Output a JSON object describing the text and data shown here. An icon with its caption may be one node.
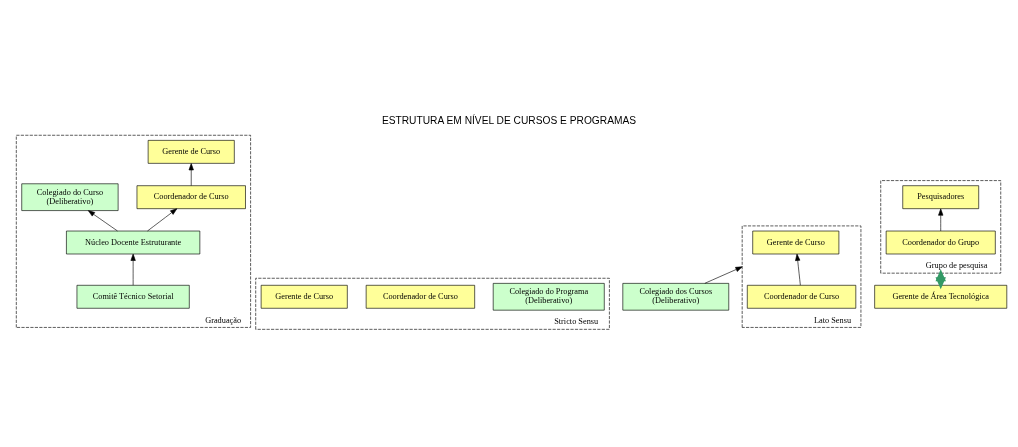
{
  "diagram": {
    "title": "ESTRUTURA EM NÍVEL DE CURSOS E PROGRAMAS",
    "nodes": [
      {
        "text": [
          "Graduação"
        ]
      },
      {
        "text": [
          "Gerente de Curso"
        ],
        "in": 0
      },
      {
        "text": [
          "Colegiado do Curso",
          "(Deliberativo)"
        ],
        "in": 0
      },
      {
        "text": [
          "Coordenador de Curso"
        ],
        "in": 0
      },
      {
        "text": [
          "Núcleo Docente Estruturante"
        ],
        "in": 0
      },
      {
        "text": [
          "Comitê Técnico Setorial"
        ],
        "in": 0
      },
      {
        "text": [
          "Stricto Sensu"
        ]
      },
      {
        "text": [
          "Colegiado do Programa",
          "(Deliberativo)"
        ],
        "in": 6
      },
      {
        "text": [
          "Coordenador de Curso"
        ],
        "in": 6
      },
      {
        "text": [
          "Gerente de Curso"
        ],
        "in": 6
      },
      {
        "text": [
          "Colegiado dos Cursos",
          "(Deliberativo)"
        ]
      },
      {
        "text": [
          "Gerente de Área Tecnológica"
        ]
      },
      {
        "text": [
          "Lato Sensu"
        ]
      },
      {
        "text": [
          "Gerente de Curso"
        ],
        "in": 12
      },
      {
        "text": [
          "Coordenador de Curso"
        ],
        "in": 12
      },
      {
        "text": [
          "Grupo de pesquisa"
        ]
      },
      {
        "text": [
          "Coordenador do Grupo"
        ],
        "in": 15
      },
      {
        "text": [
          "Pesquisadores"
        ],
        "in": 15
      }
    ],
    "edges": [
      {
        "from": 3,
        "to": 1,
        "arrow": "to"
      },
      {
        "from": 4,
        "to": 2,
        "arrow": "to"
      },
      {
        "from": 4,
        "to": 3,
        "arrow": "to"
      },
      {
        "from": 5,
        "to": 4,
        "arrow": "to"
      },
      {
        "from": 10,
        "to": 12,
        "arrow": "to"
      },
      {
        "from": 14,
        "to": 13,
        "arrow": "to"
      },
      {
        "from": 11,
        "to": 15,
        "arrow": "both",
        "style": "thick",
        "color": "#339966"
      },
      {
        "from": 16,
        "to": 17,
        "arrow": "to"
      }
    ]
  }
}
